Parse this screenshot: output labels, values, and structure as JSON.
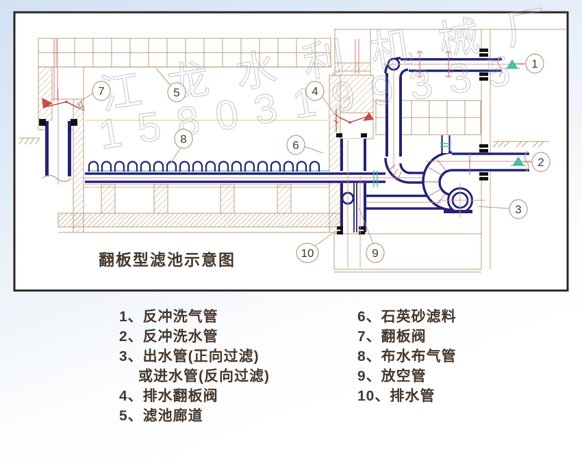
{
  "watermark": {
    "line1": "江龙水利机械厂",
    "line2": "15803199335"
  },
  "diagram": {
    "title": "翻板型滤池示意图",
    "callouts": [
      "1",
      "2",
      "3",
      "4",
      "5",
      "6",
      "7",
      "8",
      "9",
      "10"
    ]
  },
  "legend": {
    "left": [
      "1、反冲洗气管",
      "2、反冲洗水管",
      "3、出水管(正向过滤)",
      "或进水管(反向过滤)",
      "4、排水翻板阀",
      "5、滤池廊道"
    ],
    "right": [
      "6、石英砂滤料",
      "7、翻板阀",
      "8、布水布气管",
      "9、放空管",
      "10、排水管"
    ]
  }
}
